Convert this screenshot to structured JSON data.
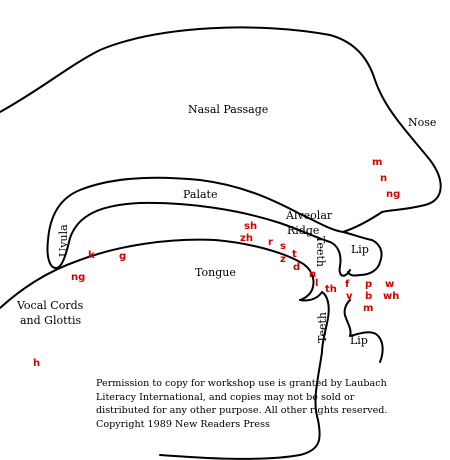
{
  "labels": {
    "nasal_passage": "Nasal Passage",
    "nose": "Nose",
    "palate": "Palate",
    "alveolar": "Alveolar",
    "ridge": "Ridge",
    "uvula": "Uvula",
    "teeth_upper": "Teeth",
    "teeth_lower": "Teeth",
    "lip_upper": "Lip",
    "lip_lower": "Lip",
    "tongue": "Tongue",
    "vocal_cords": "Vocal Cords",
    "and_glottis": "and Glottis"
  },
  "sounds": {
    "m": "m",
    "n": "n",
    "ng_nasal": "ng",
    "sh": "sh",
    "zh": "zh",
    "r": "r",
    "s": "s",
    "t": "t",
    "z": "z",
    "d": "d",
    "n_ridge": "n",
    "l": "l",
    "th": "th",
    "f": "f",
    "v": "v",
    "p": "p",
    "b": "b",
    "m_lip": "m",
    "w": "w",
    "wh": "wh",
    "k": "k",
    "g": "g",
    "ng_velar": "ng",
    "h": "h"
  },
  "notice": {
    "line1": "Permission to copy for workshop use is granted by Laubach",
    "line2": "Literacy International, and copies may not be sold or",
    "line3": "distributed for any other purpose. All other rights reserved.",
    "line4": "Copyright 1989 New Readers Press"
  },
  "colors": {
    "outline": "#000000",
    "sound_labels": "#d40000"
  }
}
